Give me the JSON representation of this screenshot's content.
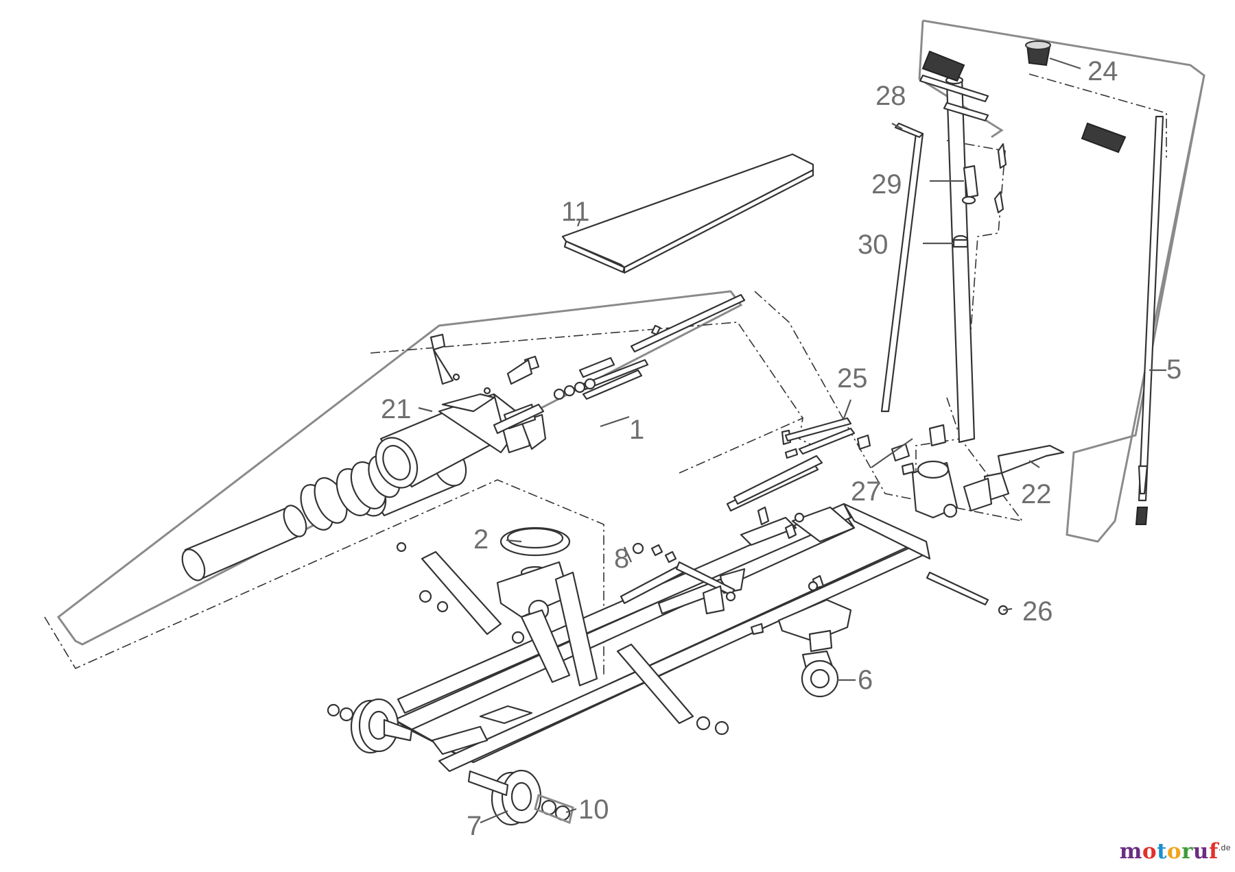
{
  "callouts": {
    "p1": "1",
    "p2": "2",
    "p5": "5",
    "p6": "6",
    "p7": "7",
    "p8": "8",
    "p10": "10",
    "p11": "11",
    "p21": "21",
    "p22": "22",
    "p24": "24",
    "p25": "25",
    "p26": "26",
    "p27": "27",
    "p28": "28",
    "p29": "29",
    "p30": "30"
  },
  "watermark": {
    "letters": [
      "m",
      "o",
      "t",
      "o",
      "r",
      "u",
      "f"
    ],
    "letter_colors": [
      "#6b2d82",
      "#e1312b",
      "#1a8fd0",
      "#f2a31c",
      "#3f9b3a",
      "#6b2d82",
      "#e1312b"
    ],
    "suffix": ".de"
  }
}
